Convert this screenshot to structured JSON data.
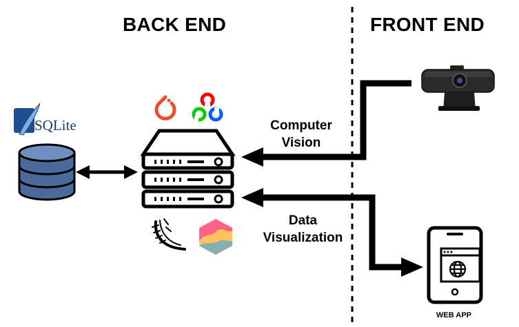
{
  "headings": {
    "back_end": "BACK END",
    "front_end": "FRONT END"
  },
  "arrow_labels": {
    "computer_vision_line1": "Computer",
    "computer_vision_line2": "Vision",
    "data_viz_line1": "Data",
    "data_viz_line2": "Visualization"
  },
  "logos": {
    "sqlite": "SQLite",
    "web_app": "WEB APP"
  },
  "icons": [
    "pytorch-icon",
    "opencv-icon",
    "database-icon",
    "server-icon",
    "flask-icon",
    "chartjs-icon",
    "webcam-icon",
    "web-app-phone-icon"
  ],
  "colors": {
    "pytorch": "#ee4c2c",
    "opencv_red": "#ff0000",
    "opencv_green": "#00d000",
    "opencv_blue": "#0060ff",
    "database_fill": "#4a6b99",
    "sqlite_blue": "#1f4e8c",
    "chartjs_pink": "#ff6384",
    "chartjs_yellow": "#ffcd56"
  }
}
